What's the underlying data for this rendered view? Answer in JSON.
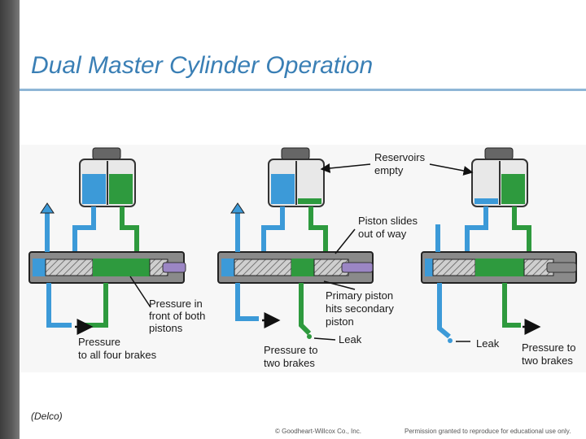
{
  "slide": {
    "title": "Dual Master Cylinder Operation",
    "credit": "(Delco)",
    "copyright": "© Goodheart-Willcox Co., Inc.",
    "permission": "Permission granted to reproduce for educational use only."
  },
  "colors": {
    "title": "#3a7fb5",
    "blue_fluid": "#3c9ad8",
    "green_fluid": "#2e9a3e",
    "piston_purple": "#9b86c4",
    "body_gray": "#8a8a8a"
  },
  "diagram": {
    "labels": {
      "pressure_front_line1": "Pressure in",
      "pressure_front_line2": "front of both",
      "pressure_front_line3": "pistons",
      "pressure_all_line1": "Pressure",
      "pressure_all_line2": "to all four brakes",
      "reservoirs_line1": "Reservoirs",
      "reservoirs_line2": "empty",
      "piston_slides_line1": "Piston slides",
      "piston_slides_line2": "out of way",
      "primary_line1": "Primary piston",
      "primary_line2": "hits secondary",
      "primary_line3": "piston",
      "leak_middle": "Leak",
      "pressure_two_middle_line1": "Pressure to",
      "pressure_two_middle_line2": "two brakes",
      "leak_right": "Leak",
      "pressure_two_right_line1": "Pressure to",
      "pressure_two_right_line2": "two brakes"
    }
  }
}
